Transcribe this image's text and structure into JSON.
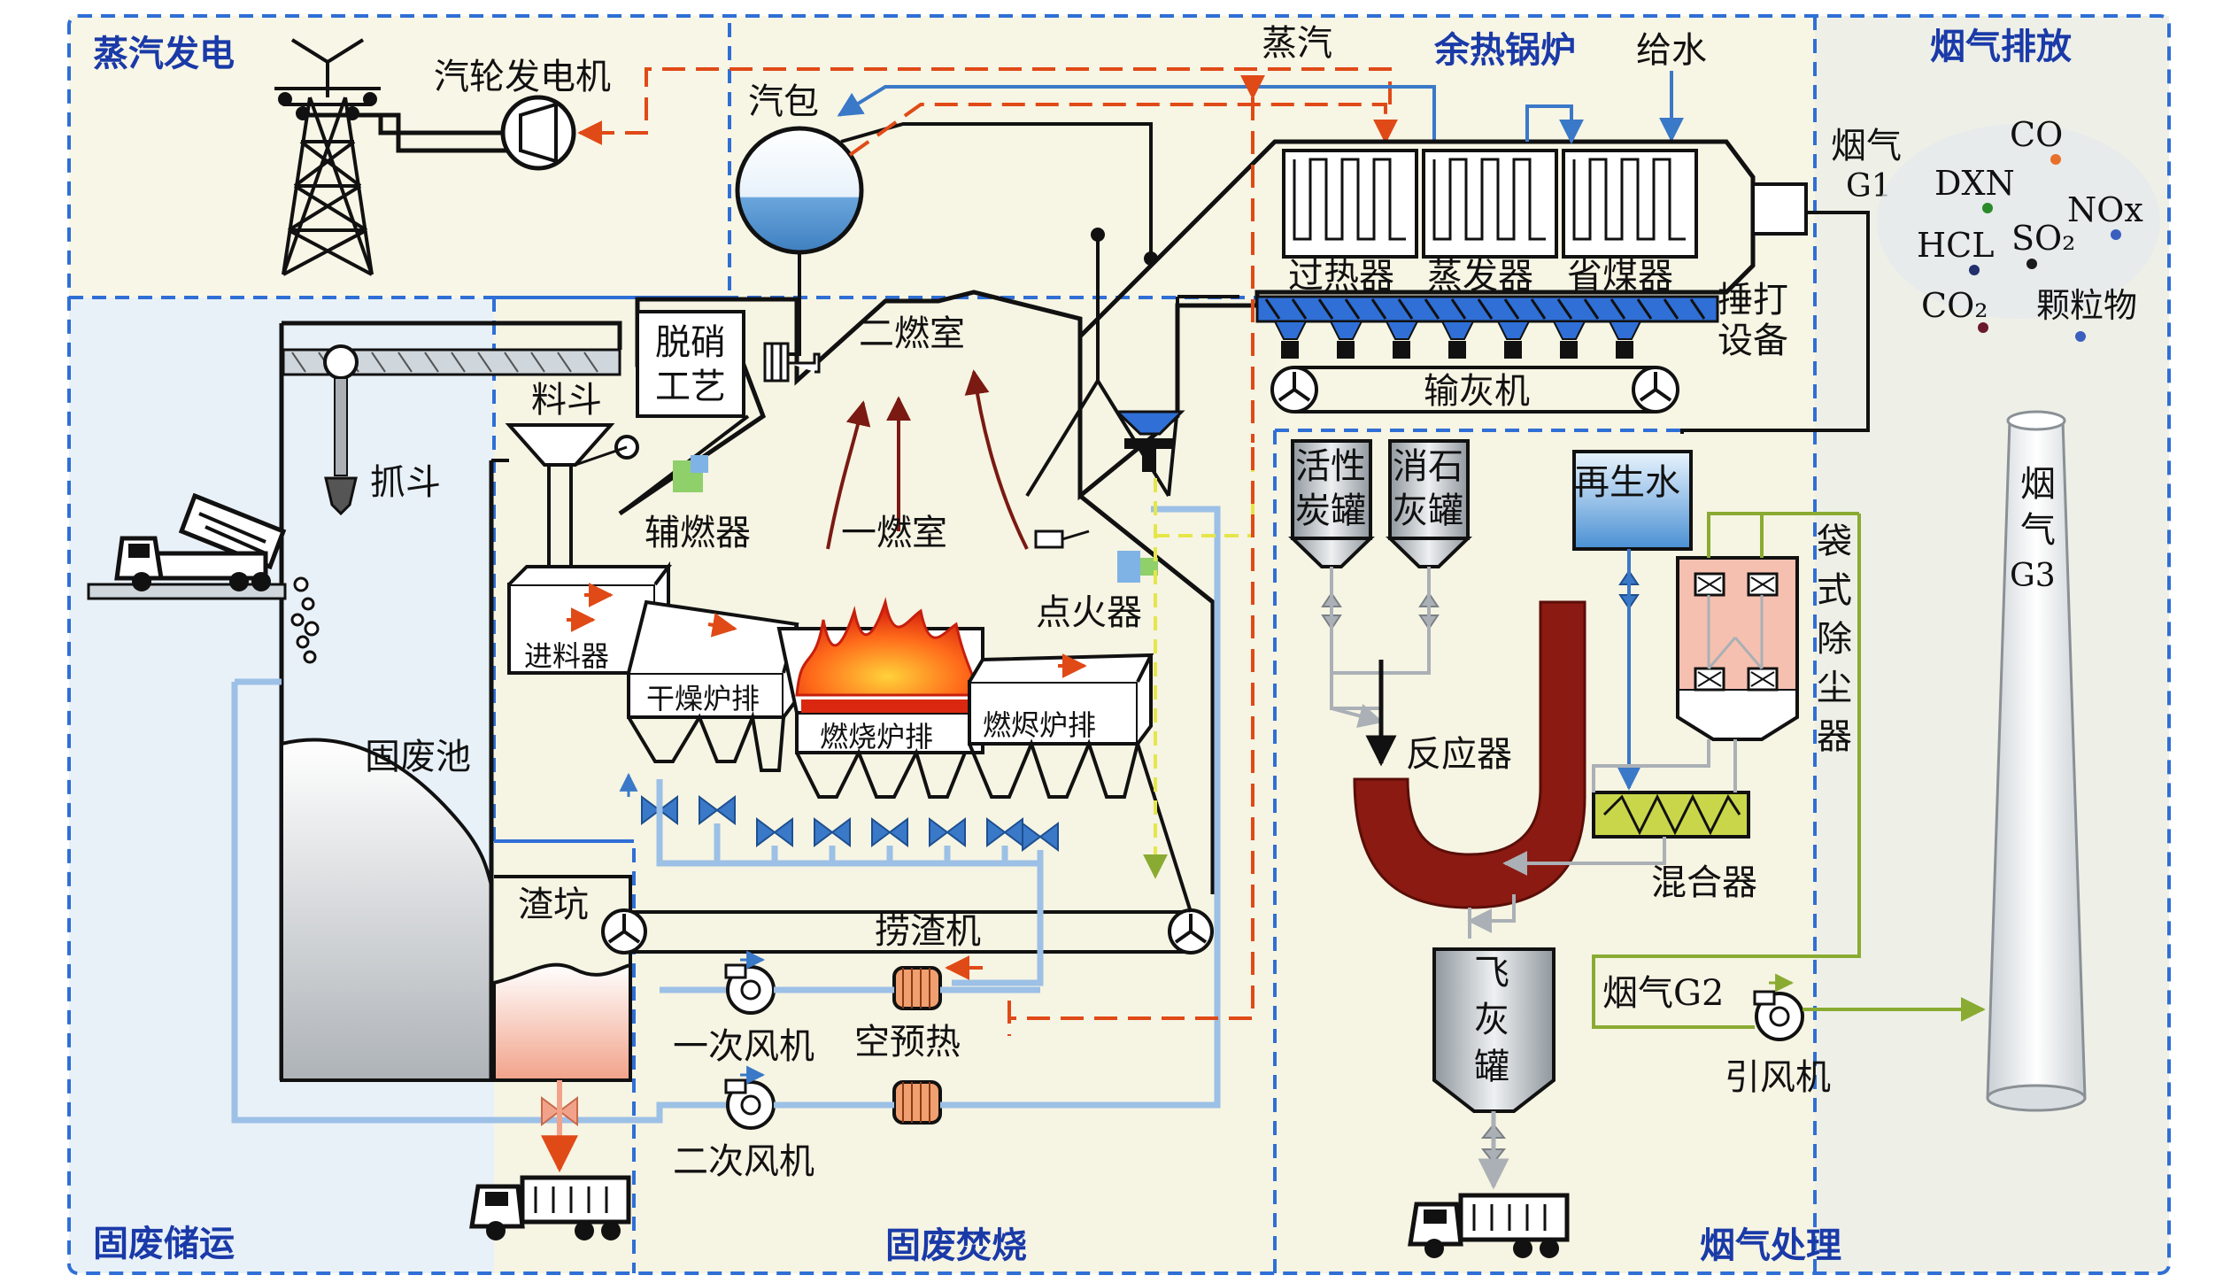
{
  "sections": {
    "steam_power": "蒸汽发电",
    "waste_storage": "固废储运",
    "waste_incineration": "固废焚烧",
    "waste_heat_boiler": "余热锅炉",
    "flue_gas_treatment": "烟气处理",
    "flue_gas_emission": "烟气排放"
  },
  "labels": {
    "turbine": "汽轮发电机",
    "steam_drum": "汽包",
    "steam": "蒸汽",
    "feed_water": "给水",
    "superheater": "过热器",
    "evaporator": "蒸发器",
    "economizer": "省煤器",
    "rapping_device": [
      "捶打",
      "设备"
    ],
    "ash_conveyor": "输灰机",
    "denitration": [
      "脱硝",
      "工艺"
    ],
    "secondary_chamber": "二燃室",
    "hopper": "料斗",
    "grab": "抓斗",
    "aux_burner": "辅燃器",
    "primary_chamber": "一燃室",
    "igniter": "点火器",
    "feeder": "进料器",
    "drying_grate": "干燥炉排",
    "combustion_grate": "燃烧炉排",
    "burnout_grate": "燃烬炉排",
    "waste_pit": "固废池",
    "slag_pit": "渣坑",
    "slag_extractor": "捞渣机",
    "primary_fan": "一次风机",
    "air_preheater": "空预热",
    "secondary_fan": "二次风机",
    "activated_carbon_tank": [
      "活性",
      "炭罐"
    ],
    "lime_tank": [
      "消石",
      "灰罐"
    ],
    "reclaimed_water": "再生水",
    "bag_filter": [
      "袋",
      "式",
      "除",
      "尘",
      "器"
    ],
    "reactor": "反应器",
    "mixer": "混合器",
    "fly_ash_tank": [
      "飞",
      "灰",
      "罐"
    ],
    "flue_gas_g2": "烟气G2",
    "induced_fan": "引风机",
    "flue_gas_g1": [
      "烟气",
      "G1"
    ],
    "stack": [
      "烟",
      "气",
      "G3"
    ]
  },
  "pollutants": [
    {
      "text": "CO",
      "color": "#e8702a"
    },
    {
      "text": "DXN",
      "color": "#2a8a2a"
    },
    {
      "text": "NOx",
      "color": "#3a5fbf"
    },
    {
      "text": "HCL",
      "color": "#23306e"
    },
    {
      "text": "SO₂",
      "color": "#1b1b1b"
    },
    {
      "text": "CO₂",
      "color": "#6a1a2a"
    },
    {
      "text": "颗粒物",
      "color": "#3a5fbf"
    }
  ],
  "colors": {
    "zone_border": "#2f6fd6",
    "section_title": "#1a3aa8",
    "steam_line": "#e04a17",
    "water_line": "#3a78c8",
    "gas_line": "#8aab32",
    "reactor": "#8b1a12",
    "air_duct": "#9cc0e6"
  }
}
